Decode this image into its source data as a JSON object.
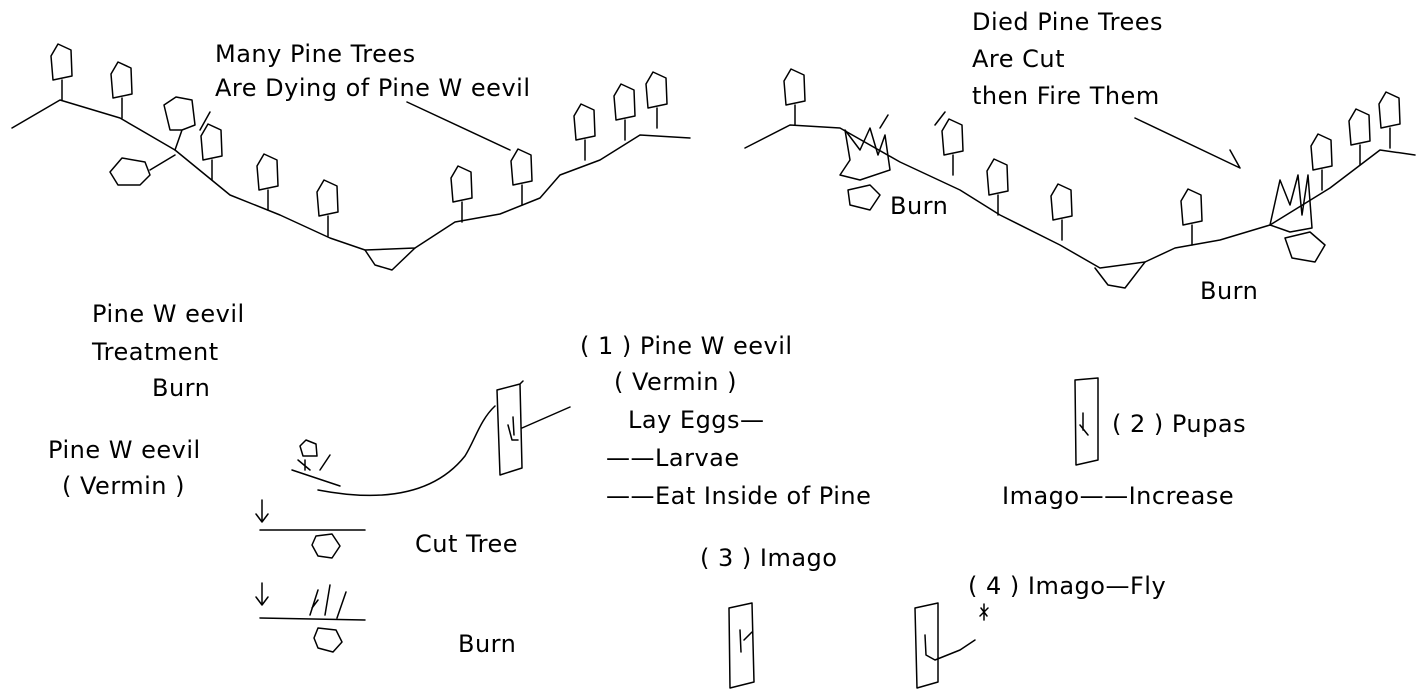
{
  "labels": {
    "many_trees_1": "Many Pine Trees",
    "many_trees_2": "Are Dying of Pine W eevil",
    "died_1": "Died Pine Trees",
    "died_2": "Are Cut",
    "died_3": "then Fire Them",
    "burn_left_slope": "Burn",
    "burn_right_valley": "Burn",
    "treat_1": "Pine W eevil",
    "treat_2": "Treatment",
    "treat_3": "Burn",
    "vermin_1": "Pine W eevil",
    "vermin_2": "( Vermin )",
    "cut_tree": "Cut Tree",
    "burn_bottom": "Burn",
    "step1_1": "( 1 ) Pine W eevil",
    "step1_2": "( Vermin )",
    "step1_3": "Lay Eggs—",
    "step1_4": "——Larvae",
    "step1_5": "——Eat Inside of Pine",
    "step2": "( 2 ) Pupas",
    "imago_increase": "Imago——Increase",
    "step3": "( 3 ) Imago",
    "step4": "( 4 ) Imago—Fly"
  }
}
